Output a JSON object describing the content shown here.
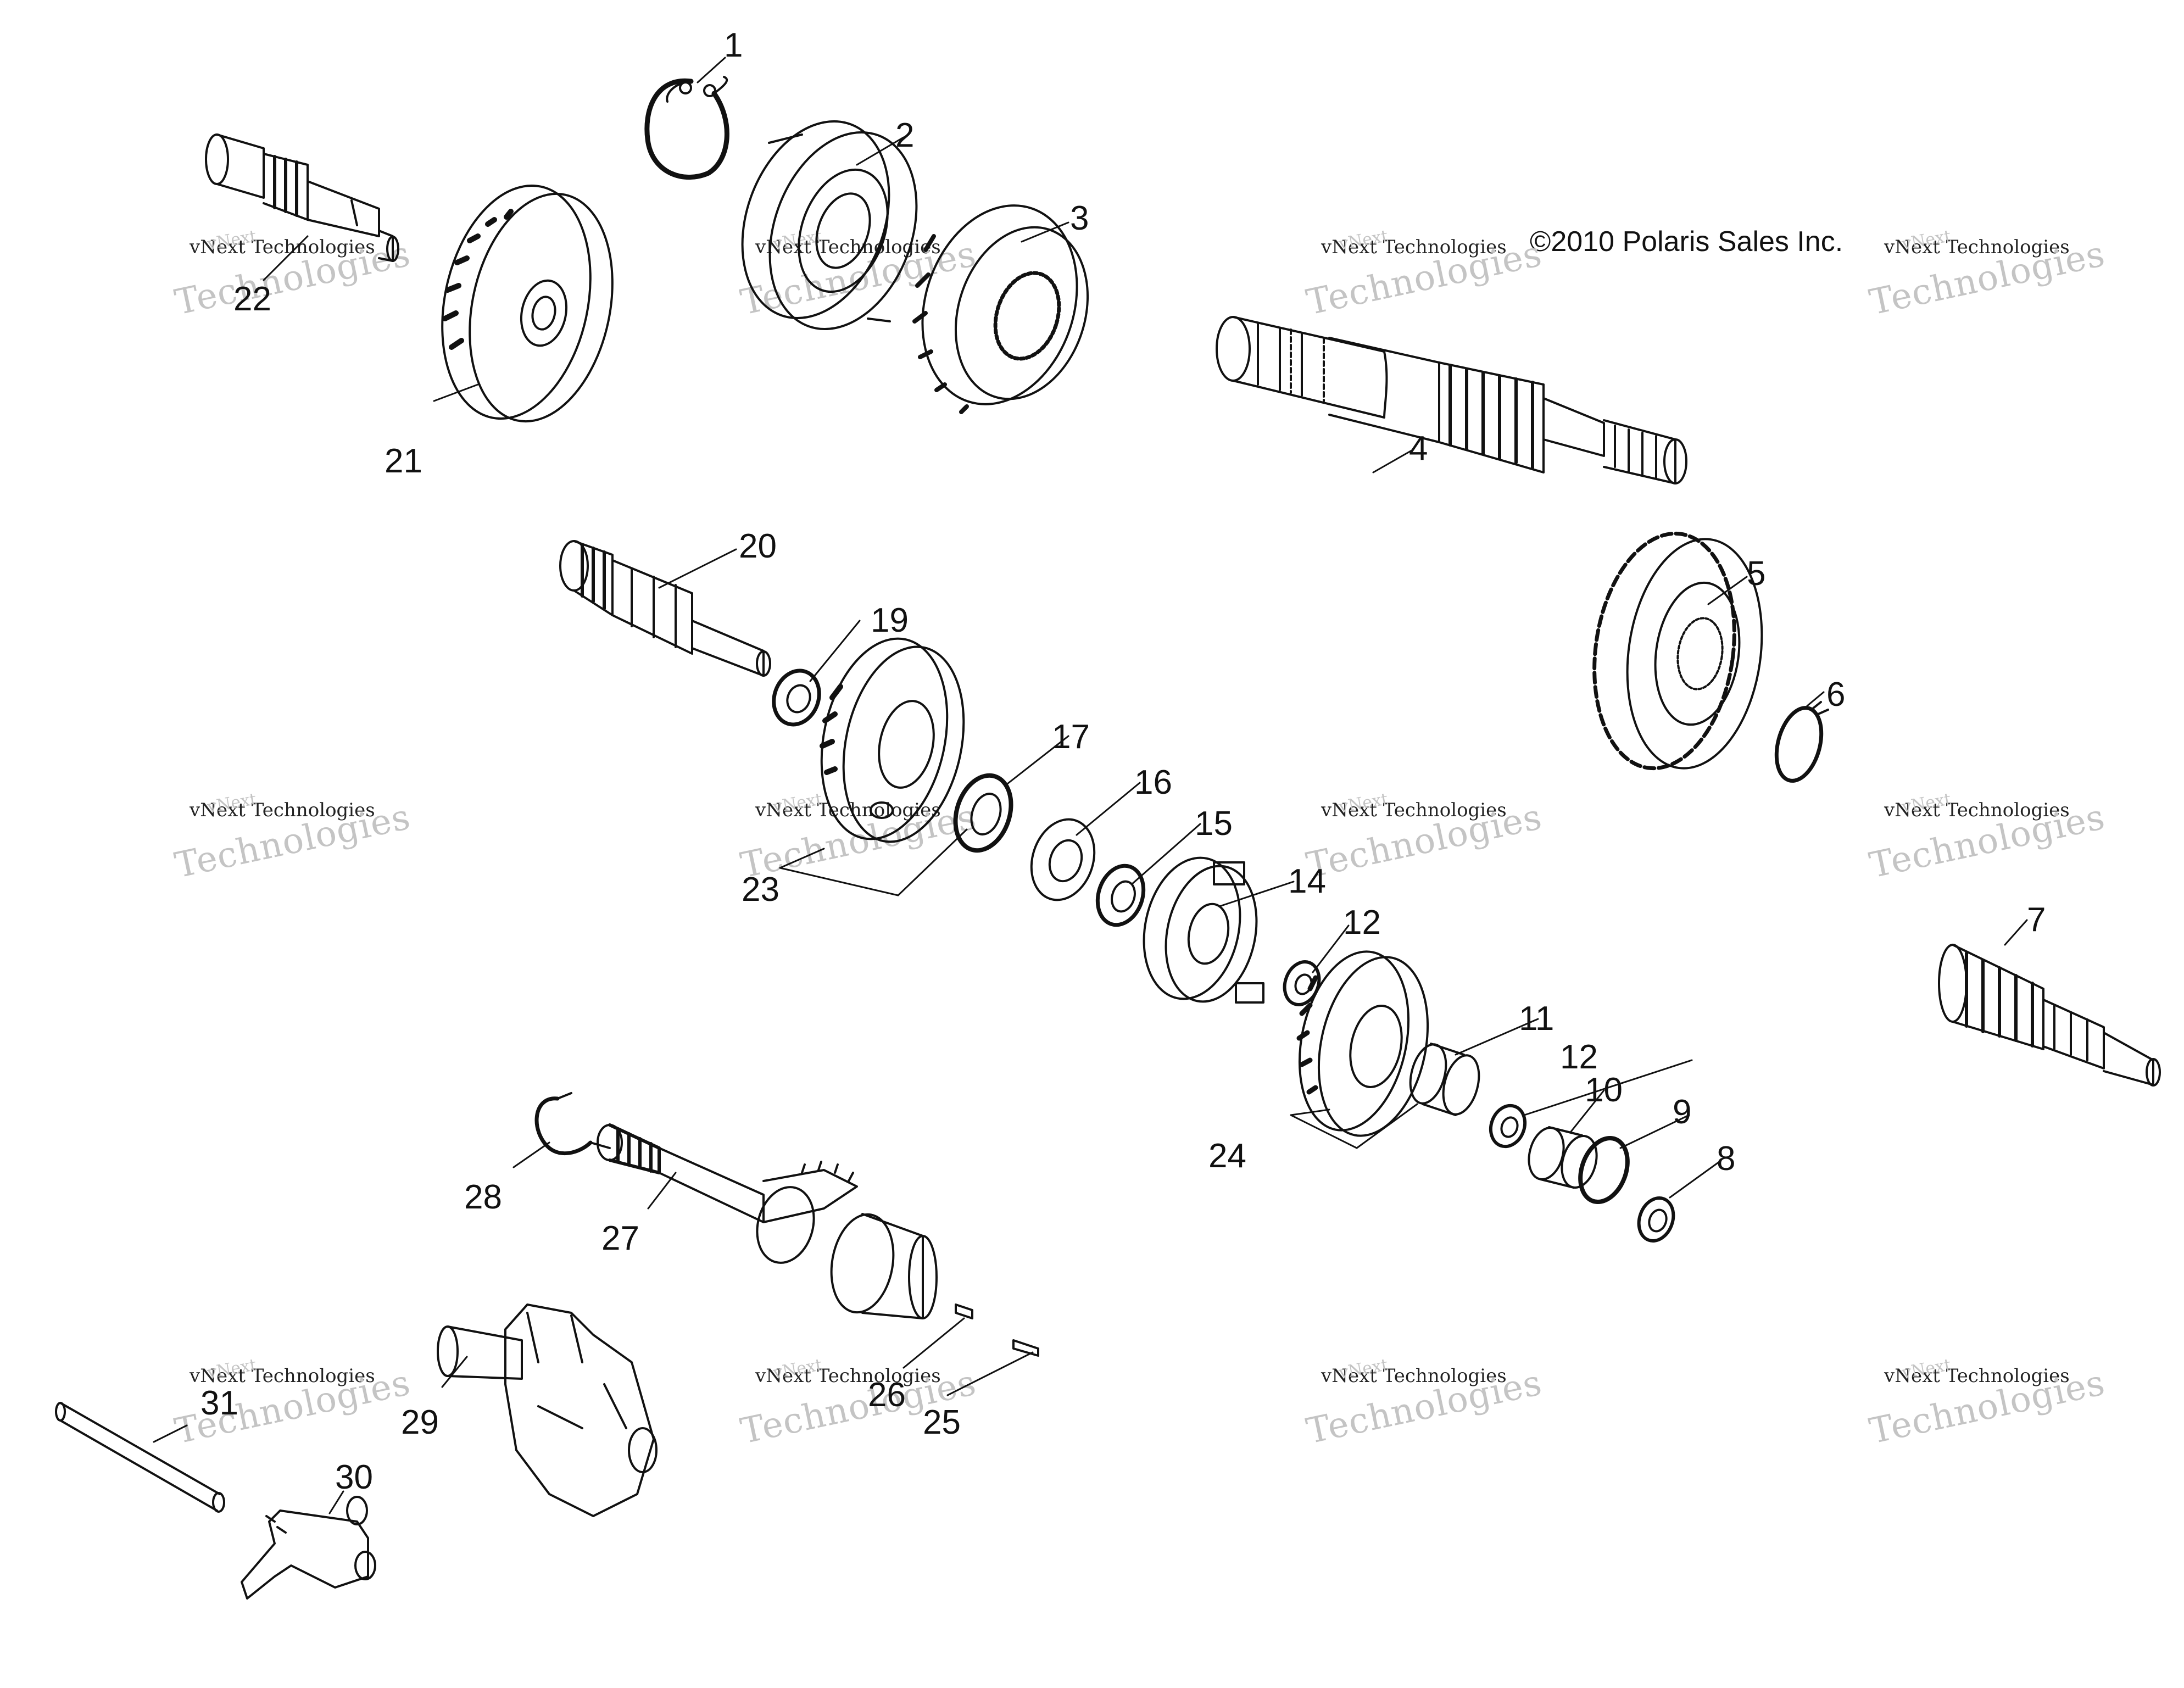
{
  "copyright": "©2010 Polaris Sales Inc.",
  "watermark": {
    "line1": "vNext",
    "line2": "vNext Technologies",
    "line3": "Technologies"
  },
  "callouts": [
    "1",
    "2",
    "3",
    "4",
    "5",
    "6",
    "7",
    "8",
    "9",
    "10",
    "11",
    "12",
    "12",
    "14",
    "15",
    "16",
    "17",
    "19",
    "20",
    "21",
    "22",
    "23",
    "24",
    "25",
    "26",
    "27",
    "28",
    "29",
    "30",
    "31"
  ]
}
